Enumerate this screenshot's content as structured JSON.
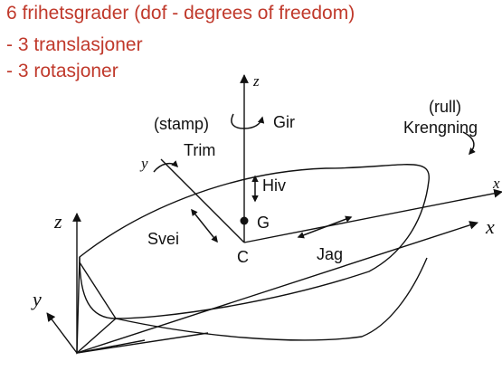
{
  "title": "6 frihetsgrader (dof - degrees of freedom)",
  "bullets": [
    "- 3 translasjoner",
    "- 3 rotasjoner"
  ],
  "labels": {
    "stamp": "(stamp)",
    "trim": "Trim",
    "gir": "Gir",
    "hiv": "Hiv",
    "svei": "Svei",
    "jag": "Jag",
    "rull": "(rull)",
    "krengning": "Krengning",
    "g": "G",
    "c": "C"
  },
  "axes": {
    "z_top": "z",
    "y_upper": "y",
    "x_right": "x",
    "x_body": "x",
    "z_left": "z",
    "y_left": "y"
  },
  "colors": {
    "title": "#c0392b",
    "ink": "#111111"
  }
}
